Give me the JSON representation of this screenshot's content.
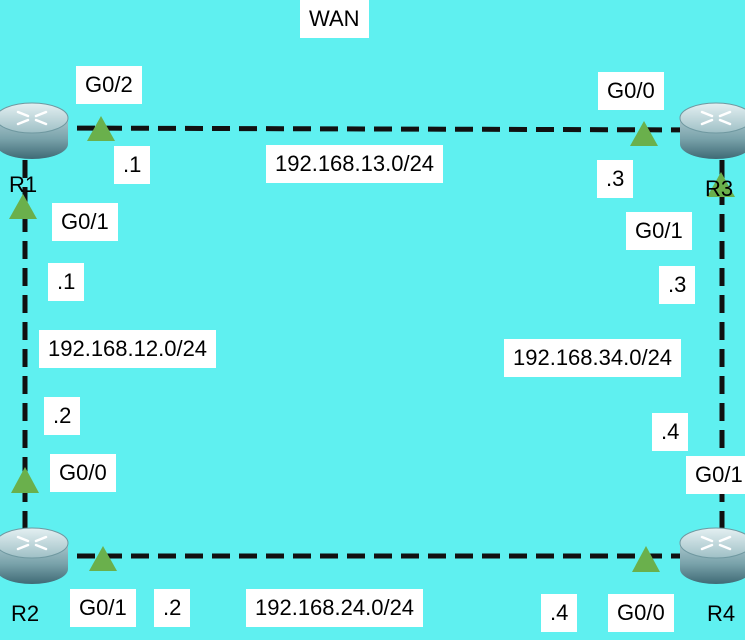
{
  "title": "WAN",
  "colors": {
    "background": "#5ff0f0",
    "link": "#111111",
    "port_marker": "#6ab04c",
    "label_bg": "#ffffff"
  },
  "routers": {
    "r1": {
      "name": "R1",
      "icon": "router-icon"
    },
    "r2": {
      "name": "R2",
      "icon": "router-icon"
    },
    "r3": {
      "name": "R3",
      "icon": "router-icon"
    },
    "r4": {
      "name": "R4",
      "icon": "router-icon"
    }
  },
  "links": {
    "r1_r3": {
      "network": "192.168.13.0/24",
      "end_a": {
        "interface": "G0/2",
        "host": ".1"
      },
      "end_b": {
        "interface": "G0/0",
        "host": ".3"
      }
    },
    "r1_r2": {
      "network": "192.168.12.0/24",
      "end_a": {
        "interface": "G0/1",
        "host": ".1"
      },
      "end_b": {
        "interface": "G0/0",
        "host": ".2"
      }
    },
    "r3_r4": {
      "network": "192.168.34.0/24",
      "end_a": {
        "interface": "G0/1",
        "host": ".3"
      },
      "end_b": {
        "interface": "G0/1",
        "host": ".4"
      }
    },
    "r2_r4": {
      "network": "192.168.24.0/24",
      "end_a": {
        "interface": "G0/1",
        "host": ".2"
      },
      "end_b": {
        "interface": "G0/0",
        "host": ".4"
      }
    }
  }
}
